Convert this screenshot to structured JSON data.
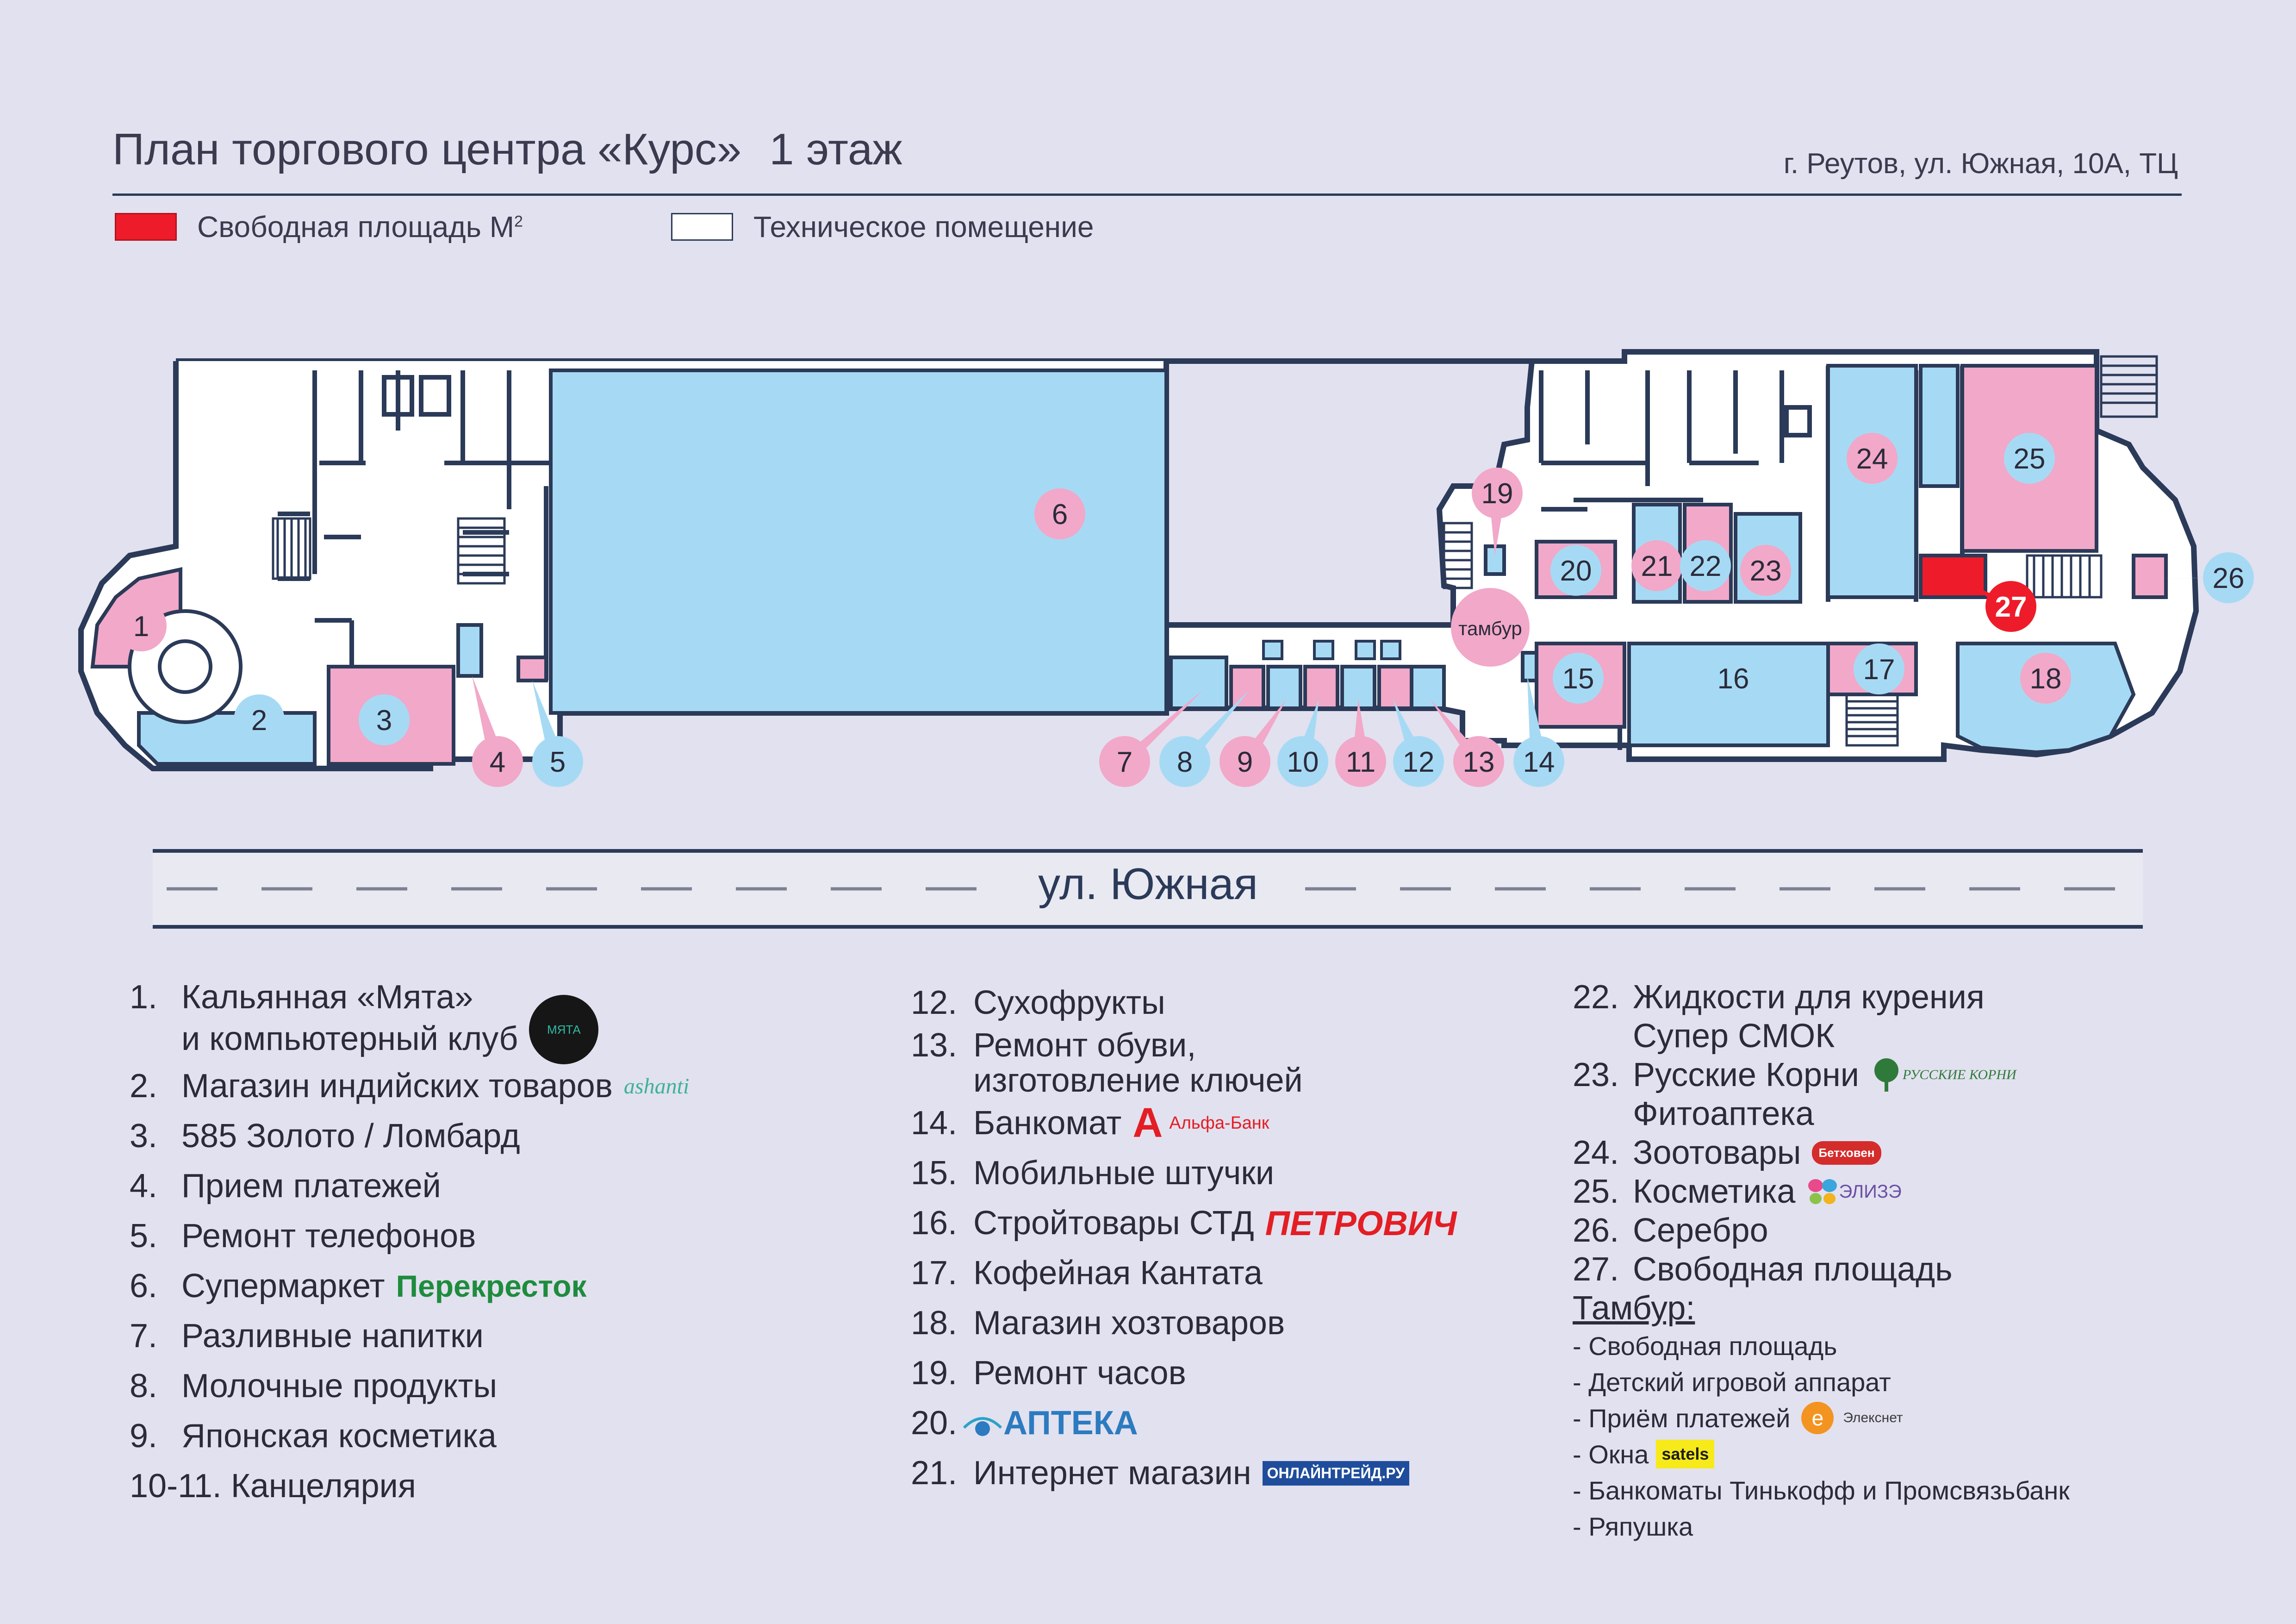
{
  "header": {
    "title": "План торгового центра «Курс»",
    "floor": "1 этаж",
    "address": "г. Реутов, ул. Южная, 10А, ТЦ"
  },
  "legend": {
    "free_area": "Свободная площадь М",
    "free_area_sup": "2",
    "tech_room": "Техническое помещение"
  },
  "colors": {
    "background": "#e2e1ef",
    "blue_unit": "#a6daf4",
    "pink_unit": "#f2a8c8",
    "free_red": "#ee1c2a",
    "wall": "#2b3a58"
  },
  "plan_labels": {
    "tambour": "тамбур",
    "numbers": [
      "1",
      "2",
      "3",
      "4",
      "5",
      "6",
      "7",
      "8",
      "9",
      "10",
      "11",
      "12",
      "13",
      "14",
      "15",
      "16",
      "17",
      "18",
      "19",
      "20",
      "21",
      "22",
      "23",
      "24",
      "25",
      "26",
      "27"
    ]
  },
  "street": "ул. Южная",
  "directory": {
    "col1": [
      {
        "num": "1.",
        "name": "Кальянная «Мята»",
        "name2": "и компьютерный клуб",
        "brand": "МЯТА"
      },
      {
        "num": "2.",
        "name": "Магазин индийских товаров",
        "brand": "ashanti"
      },
      {
        "num": "3.",
        "name": "585 Золото / Ломбард"
      },
      {
        "num": "4.",
        "name": "Прием платежей"
      },
      {
        "num": "5.",
        "name": "Ремонт телефонов"
      },
      {
        "num": "6.",
        "name": "Супермаркет",
        "brand": "Перекресток"
      },
      {
        "num": "7.",
        "name": "Разливные напитки"
      },
      {
        "num": "8.",
        "name": "Молочные продукты"
      },
      {
        "num": "9.",
        "name": "Японская косметика"
      },
      {
        "num": "10-11.",
        "name": "Канцелярия"
      }
    ],
    "col2": [
      {
        "num": "12.",
        "name": "Сухофрукты"
      },
      {
        "num": "13.",
        "name": "Ремонт обуви,",
        "name2": "изготовление ключей"
      },
      {
        "num": "14.",
        "name": "Банкомат",
        "brand": "Альфа-Банк"
      },
      {
        "num": "15.",
        "name": "Мобильные штучки"
      },
      {
        "num": "16.",
        "name": "Стройтовары СТД",
        "brand": "ПЕТРОВИЧ"
      },
      {
        "num": "17.",
        "name": "Кофейная Кантата"
      },
      {
        "num": "18.",
        "name": "Магазин хозтоваров"
      },
      {
        "num": "19.",
        "name": "Ремонт часов"
      },
      {
        "num": "20.",
        "name": "",
        "brand": "АПТЕКА"
      },
      {
        "num": "21.",
        "name": "Интернет магазин",
        "brand": "ОНЛАЙНТРЕЙД.РУ"
      }
    ],
    "col3": [
      {
        "num": "22.",
        "name": "Жидкости для курения",
        "name2": "Супер СМОК"
      },
      {
        "num": "23.",
        "name": "Русские Корни",
        "name2": "Фитоаптека",
        "brand": "РУССКИЕ КОРНИ"
      },
      {
        "num": "24.",
        "name": "Зоотовары",
        "brand": "Бетховен"
      },
      {
        "num": "25.",
        "name": "Косметика",
        "brand": "ЭЛИЗЭ"
      },
      {
        "num": "26.",
        "name": "Серебро"
      },
      {
        "num": "27.",
        "name": "Свободная площадь"
      }
    ],
    "tambour": {
      "heading": "Тамбур:",
      "items": [
        "- Свободная площадь",
        "- Детский игровой аппарат",
        "- Приём платежей",
        "- Окна",
        "- Банкоматы Тинькофф и Промсвязьбанк",
        "- Ряпушка"
      ],
      "elex_brand": "Элекснет",
      "satels_brand": "satels"
    }
  }
}
